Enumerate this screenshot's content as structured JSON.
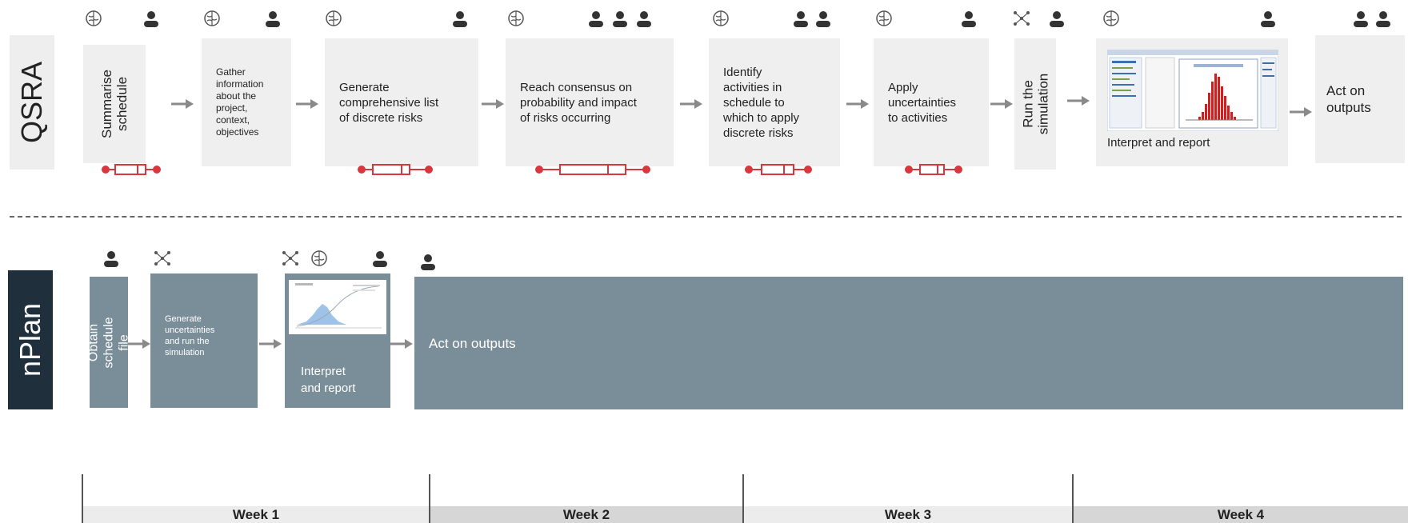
{
  "rows": {
    "qsra_label": "QSRA",
    "nplan_label": "nPlan"
  },
  "qsra_steps": {
    "s1": "Summarise\nschedule",
    "s2": "Gather\ninformation\nabout the\nproject,\ncontext,\nobjectives",
    "s3": "Generate\ncomprehensive list\nof discrete risks",
    "s4": "Reach consensus on\nprobability and impact\nof risks occurring",
    "s5": "Identify\nactivities in\nschedule to\nwhich to apply\ndiscrete risks",
    "s6": "Apply\nuncertainties\nto activities",
    "s7": "Run the\nsimulation",
    "s8": "Interpret and report",
    "s9": "Act on\noutputs"
  },
  "nplan_steps": {
    "n1": "Obtain\nschedule file",
    "n2": "Generate\nuncertainties\nand run the\nsimulation",
    "n3": "Interpret\nand report",
    "n4": "Act on outputs"
  },
  "timeline": {
    "weeks": [
      "Week 1",
      "Week 2",
      "Week 3",
      "Week 4"
    ]
  },
  "colors": {
    "qsra_box": "#efefef",
    "nplan_box": "#7a8e9a",
    "nplan_label_bg": "#1f2f3b",
    "whisker": "#d9363e",
    "icon": "#333333"
  }
}
